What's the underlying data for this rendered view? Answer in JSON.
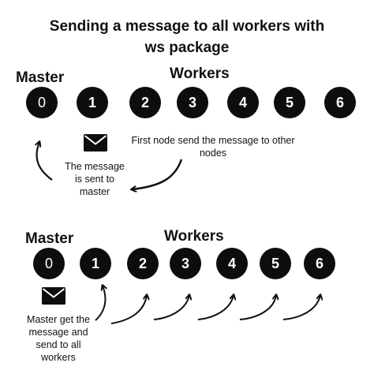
{
  "title_line1": "Sending a message to all workers with",
  "title_line2": "ws package",
  "top": {
    "master_label": "Master",
    "workers_label": "Workers",
    "nodes": [
      "0",
      "1",
      "2",
      "3",
      "4",
      "5",
      "6"
    ],
    "note_first_node_line1": "First node send the message to other",
    "note_first_node_line2": "nodes",
    "note_to_master_line1": "The message",
    "note_to_master_line2": "is sent to",
    "note_to_master_line3": "master"
  },
  "bottom": {
    "master_label": "Master",
    "workers_label": "Workers",
    "nodes": [
      "0",
      "1",
      "2",
      "3",
      "4",
      "5",
      "6"
    ],
    "note_line1": "Master get the",
    "note_line2": "message and",
    "note_line3": "send to all",
    "note_line4": "workers"
  },
  "colors": {
    "node_fill": "#0d0d0d",
    "node_text": "#ffffff",
    "text": "#111111",
    "background": "#ffffff"
  },
  "icons": [
    "envelope-icon",
    "curved-arrow-icon"
  ]
}
